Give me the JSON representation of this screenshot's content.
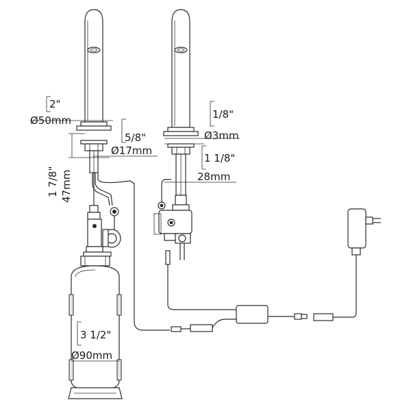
{
  "labels": {
    "spout_dia_in": "2\"",
    "spout_dia_mm": "Ø50mm",
    "shank_dia_in": "5/8\"",
    "shank_dia_mm": "Ø17mm",
    "shank_len_in": "1 7/8\"",
    "shank_len_mm": "47mm",
    "hole_in": "1/8\"",
    "hole_mm": "Ø3mm",
    "deck_in": "1 1/8\"",
    "deck_mm": "28mm",
    "bottle_dia_in": "3 1/2\"",
    "bottle_dia_mm": "Ø90mm"
  },
  "colors": {
    "line": "#2a2a2a",
    "fill": "#ffffff",
    "shade": "#e6e6e6"
  }
}
